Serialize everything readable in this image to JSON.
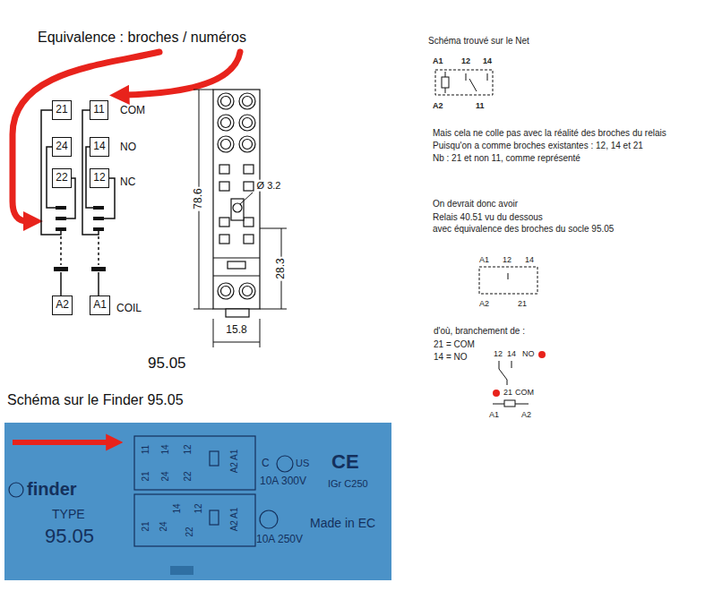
{
  "diagram": {
    "title": "Equivalence : broches / numéros",
    "caption": "Schéma sur le Finder 95.05",
    "nodes": [
      {
        "text": [
          "21"
        ]
      },
      {
        "text": [
          "11"
        ]
      },
      {
        "text": [
          "24"
        ]
      },
      {
        "text": [
          "14"
        ]
      },
      {
        "text": [
          "22"
        ]
      },
      {
        "text": [
          "12"
        ]
      },
      {
        "text": [
          "A2"
        ]
      },
      {
        "text": [
          "A1"
        ]
      }
    ],
    "labels": [
      "COM",
      "NO",
      "NC",
      "COIL",
      "78.6",
      "Ø 3.2",
      "28.3",
      "15.8",
      "95.05",
      "11",
      "14",
      "12",
      "21",
      "24",
      "22",
      "A2 A1",
      "21",
      "24",
      "14",
      "22",
      "12",
      "A2 A1",
      "finder",
      "TYPE",
      "95.05",
      "C",
      "US",
      "10A 300V",
      "CE",
      "IGr C250",
      "10A 250V",
      "Made in EC",
      "Schéma trouvé sur le Net",
      "A1",
      "12",
      "14",
      "A2",
      "11",
      "Mais cela ne colle pas avec la réalité des broches du relais",
      "Puisqu'on a comme broches existantes : 12, 14 et 21",
      "Nb : 21 et non 11, comme représenté",
      "On devrait donc avoir",
      "Relais 40.51 vu du dessous",
      "avec équivalence des broches du socle 95.05",
      "A1",
      "12",
      "14",
      "A2",
      "21",
      "d'où, branchement de :",
      "21 = COM",
      "14 = NO",
      "12",
      "14",
      "NO",
      "21",
      "COM",
      "A1",
      "A2"
    ]
  }
}
